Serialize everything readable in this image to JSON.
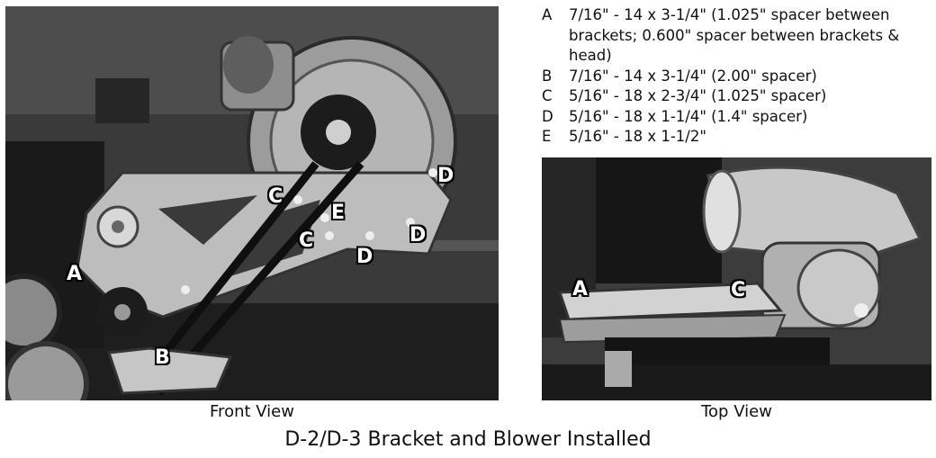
{
  "spec_list": [
    {
      "key": "A",
      "value": "7/16\" - 14 x 3-1/4\" (1.025\" spacer between brackets; 0.600\" spacer between brackets & head)"
    },
    {
      "key": "B",
      "value": "7/16\" - 14 x 3-1/4\" (2.00\" spacer)"
    },
    {
      "key": "C",
      "value": "5/16\" - 18 x 2-3/4\" (1.025\" spacer)"
    },
    {
      "key": "D",
      "value": "5/16\" - 18 x 1-1/4\" (1.4\" spacer)"
    },
    {
      "key": "E",
      "value": "5/16\" - 18 x 1-1/2\""
    }
  ],
  "front_view": {
    "caption": "Front View",
    "callouts": [
      "A",
      "B",
      "C",
      "C",
      "E",
      "D",
      "D",
      "D"
    ]
  },
  "top_view": {
    "caption": "Top View",
    "callouts": [
      "A",
      "C"
    ]
  },
  "figure_title": "D-2/D-3 Bracket and Blower Installed"
}
